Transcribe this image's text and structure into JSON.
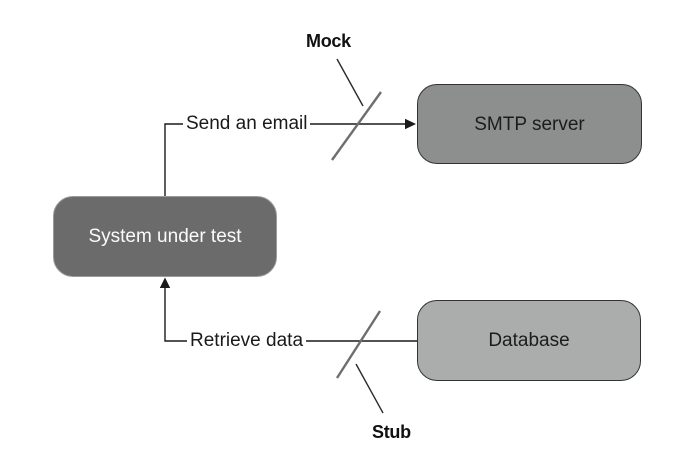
{
  "diagram": {
    "nodes": {
      "system_under_test": {
        "label": "System under test",
        "fill": "#6b6b6b",
        "border": "#9b9b9b",
        "text_color": "#fbfbfb"
      },
      "smtp_server": {
        "label": "SMTP server",
        "fill": "#8d8f8f",
        "border": "#333333",
        "text_color": "#1c1c1c"
      },
      "database": {
        "label": "Database",
        "fill": "#abadad",
        "border": "#333333",
        "text_color": "#1c1c1c"
      }
    },
    "edges": {
      "send_email": {
        "label": "Send an email",
        "from": "system_under_test",
        "to": "smtp_server",
        "crossed_out_by": "mock"
      },
      "retrieve_data": {
        "label": "Retrieve data",
        "from": "database",
        "to": "system_under_test",
        "crossed_out_by": "stub"
      }
    },
    "annotations": {
      "mock": {
        "label": "Mock",
        "applies_to": "send_email"
      },
      "stub": {
        "label": "Stub",
        "applies_to": "retrieve_data"
      }
    },
    "colors": {
      "background": "#ffffff",
      "connector_line": "#1a1a1a",
      "slash_line": "#6e6e6e"
    }
  }
}
